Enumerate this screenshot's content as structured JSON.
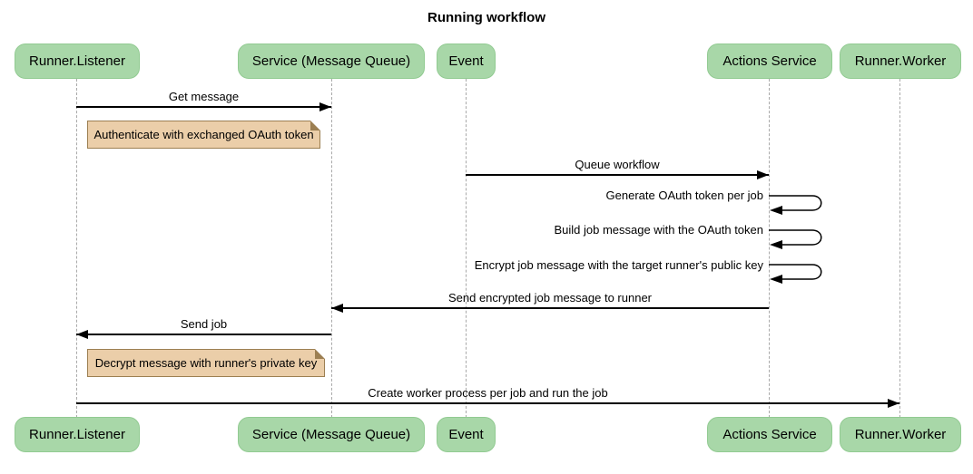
{
  "title": "Running workflow",
  "actors": [
    {
      "label": "Runner.Listener"
    },
    {
      "label": "Service (Message Queue)"
    },
    {
      "label": "Event"
    },
    {
      "label": "Actions Service"
    },
    {
      "label": "Runner.Worker"
    }
  ],
  "messages": [
    {
      "label": "Get message",
      "from": "Runner.Listener",
      "to": "Service (Message Queue)",
      "type": "arrow-right"
    },
    {
      "label": "Queue workflow",
      "from": "Event",
      "to": "Actions Service",
      "type": "arrow-right"
    },
    {
      "label": "Generate OAuth token per job",
      "from": "Actions Service",
      "to": "Actions Service",
      "type": "self-loop"
    },
    {
      "label": "Build job message with the OAuth token",
      "from": "Actions Service",
      "to": "Actions Service",
      "type": "self-loop"
    },
    {
      "label": "Encrypt job message with the target runner's public key",
      "from": "Actions Service",
      "to": "Actions Service",
      "type": "self-loop"
    },
    {
      "label": "Send encrypted job message to runner",
      "from": "Actions Service",
      "to": "Service (Message Queue)",
      "type": "arrow-left"
    },
    {
      "label": "Send job",
      "from": "Service (Message Queue)",
      "to": "Runner.Listener",
      "type": "arrow-left"
    },
    {
      "label": "Create worker process per job and run the job",
      "from": "Runner.Listener",
      "to": "Runner.Worker",
      "type": "arrow-right"
    }
  ],
  "notes": [
    {
      "text": "Authenticate with exchanged OAuth token",
      "anchor": "Runner.Listener"
    },
    {
      "text": "Decrypt message with runner's private key",
      "anchor": "Runner.Listener"
    }
  ],
  "colors": {
    "actor_fill": "#A8D7A8",
    "actor_border": "#92CB92",
    "note_fill": "#EBCEA9",
    "note_border": "#9C7F52",
    "lifeline": "#A9A9A9",
    "arrow": "#000000",
    "text": "#000000",
    "background": "#FFFFFF"
  }
}
